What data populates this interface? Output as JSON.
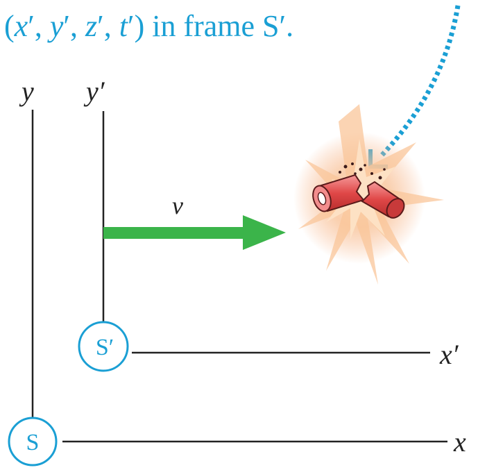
{
  "caption": {
    "open": "(",
    "x": "x",
    "xprime": "′, ",
    "y": "y",
    "yprime": "′, ",
    "z": "z",
    "zprime": "′, ",
    "t": "t",
    "tprime": "′",
    "rest": ") in frame S′."
  },
  "axes": {
    "y": "y",
    "y_prime": "y′",
    "x": "x",
    "x_prime": "x′"
  },
  "frames": {
    "s": "S",
    "s_prime": "S′"
  },
  "velocity": {
    "label": "v"
  },
  "colors": {
    "accent": "#1a9fd4",
    "arrow": "#3bb44a",
    "axes": "#222222",
    "pipe": "#e04848",
    "burst": "#f7b48a"
  }
}
